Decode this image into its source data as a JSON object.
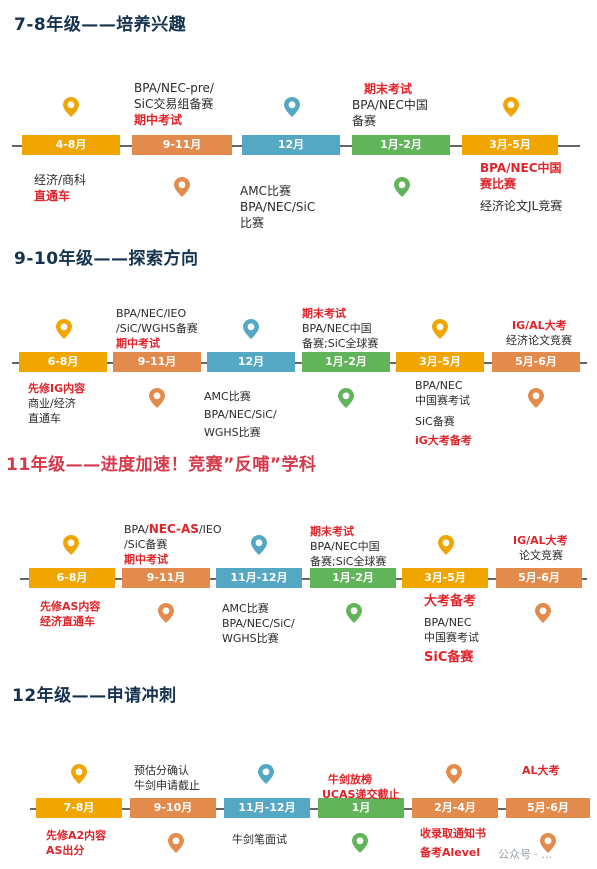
{
  "colors": {
    "yellow": "#f0a500",
    "orange": "#e38b4c",
    "blue": "#55a8c4",
    "green": "#61b45a",
    "red": "#e0242a",
    "title": "#15324f"
  },
  "sections": {
    "s1": {
      "title": "7-8年级——培养兴趣",
      "months": [
        "4-8月",
        "9-11月",
        "12月",
        "1月-2月",
        "3月-5月"
      ],
      "t1": [
        "经济/商科",
        "直通车"
      ],
      "t2": [
        "BPA/NEC-pre/",
        "SiC交易组备赛",
        "期中考试"
      ],
      "t3": [
        "AMC比赛",
        "BPA/NEC/SiC",
        "比赛"
      ],
      "t4": [
        "期末考试",
        "BPA/NEC中国",
        "备赛"
      ],
      "t5": [
        "BPA/NEC中国",
        "赛比赛",
        "经济论文JL竞赛"
      ]
    },
    "s2": {
      "title": "9-10年级——探索方向",
      "months": [
        "6-8月",
        "9-11月",
        "12月",
        "1月-2月",
        "3月-5月",
        "5月-6月"
      ],
      "t1": [
        "先修IG内容",
        "商业/经济",
        "直通车"
      ],
      "t2": [
        "BPA/NEC/IEO",
        "/SiC/WGHS备赛",
        "期中考试"
      ],
      "t3": [
        "AMC比赛",
        "BPA/NEC/SiC/",
        "WGHS比赛"
      ],
      "t4": [
        "期末考试",
        "BPA/NEC中国",
        "备赛;SiC全球赛"
      ],
      "t5": [
        "BPA/NEC",
        "中国赛考试",
        "SiC备赛",
        "iG大考备考"
      ],
      "t6": [
        "IG/AL大考",
        "经济论文竞赛"
      ]
    },
    "s3": {
      "title": "11年级——进度加速！竞赛”反哺”学科",
      "months": [
        "6-8月",
        "9-11月",
        "11月-12月",
        "1月-2月",
        "3月-5月",
        "5月-6月"
      ],
      "t1": [
        "先修AS内容",
        "经济直通车"
      ],
      "t2a": "BPA/",
      "t2b": "NEC-AS",
      "t2c": "/IEO",
      "t2d": "/SiC备赛",
      "t2e": "期中考试",
      "t3": [
        "AMC比赛",
        "BPA/NEC/SiC/",
        "WGHS比赛"
      ],
      "t4": [
        "期末考试",
        "BPA/NEC中国",
        "备赛;SiC全球赛"
      ],
      "t5": [
        "大考备考",
        "BPA/NEC",
        "中国赛考试",
        "SiC备赛"
      ],
      "t6": [
        "IG/AL大考",
        "论文竞赛"
      ]
    },
    "s4": {
      "title": "12年级——申请冲刺",
      "months": [
        "7-8月",
        "9-10月",
        "11月-12月",
        "1月",
        "2月-4月",
        "5月-6月"
      ],
      "t1": [
        "先修A2内容",
        "AS出分"
      ],
      "t2": [
        "预估分确认",
        "牛剑申请截止"
      ],
      "t3": [
        "牛剑笔面试"
      ],
      "t4": [
        "牛剑放榜",
        "UCAS递交截止"
      ],
      "t5": [
        "收录取通知书",
        "备考Alevel"
      ],
      "t6": [
        "AL大考"
      ]
    }
  },
  "watermark": "公众号 · ..."
}
